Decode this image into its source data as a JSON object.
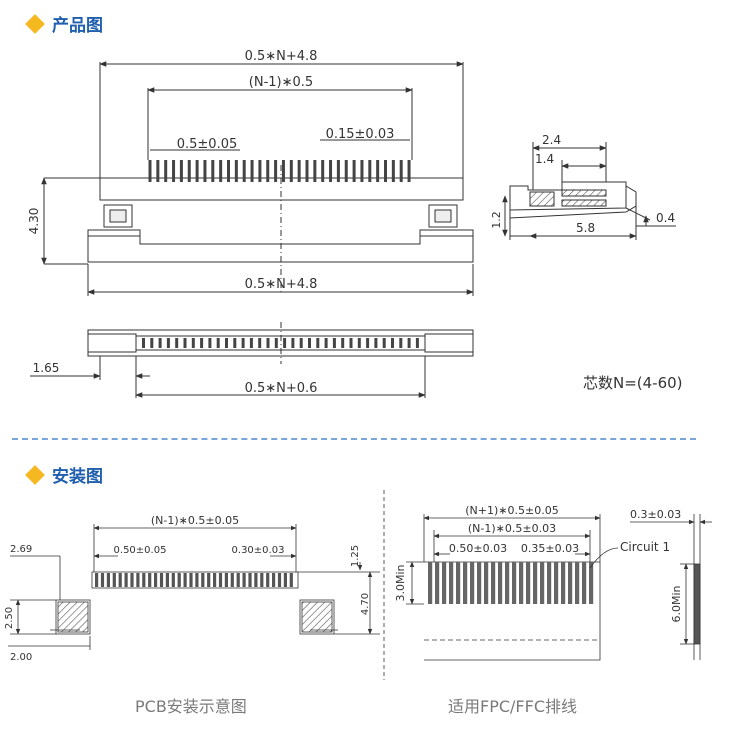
{
  "accent_color": "#f5b820",
  "title_color": "#1f5fae",
  "product": {
    "title": "产品图",
    "dim_total_top": "0.5∗N+4.8",
    "dim_pitch_span": "(N-1)∗0.5",
    "dim_pitch": "0.5±0.05",
    "dim_pin_width": "0.15±0.03",
    "dim_height": "4.30",
    "dim_total_bottom": "0.5∗N+4.8",
    "dim_bottom_left": "1.65",
    "dim_bottom_span": "0.5∗N+0.6",
    "side_24": "2.4",
    "side_14": "1.4",
    "side_12": "1.2",
    "side_04": "0.4",
    "side_58": "5.8",
    "pin_note": "芯数N=(4-60)"
  },
  "install": {
    "title": "安装图",
    "pcb_span": "(N-1)∗0.5±0.05",
    "pcb_pitch": "0.50±0.05",
    "pcb_pad": "0.30±0.03",
    "pcb_269": "2.69",
    "pcb_125": "1.25",
    "pcb_250": "2.50",
    "pcb_470": "4.70",
    "pcb_200": "2.00",
    "fpc_total": "(N+1)∗0.5±0.05",
    "fpc_span": "(N-1)∗0.5±0.03",
    "fpc_pitch": "0.50±0.03",
    "fpc_pad": "0.35±0.03",
    "fpc_circuit": "Circuit 1",
    "fpc_30min": "3.0Min",
    "fpc_thick": "0.3±0.03",
    "fpc_60min": "6.0Min",
    "caption_pcb": "PCB安装示意图",
    "caption_fpc": "适用FPC/FFC排线"
  }
}
